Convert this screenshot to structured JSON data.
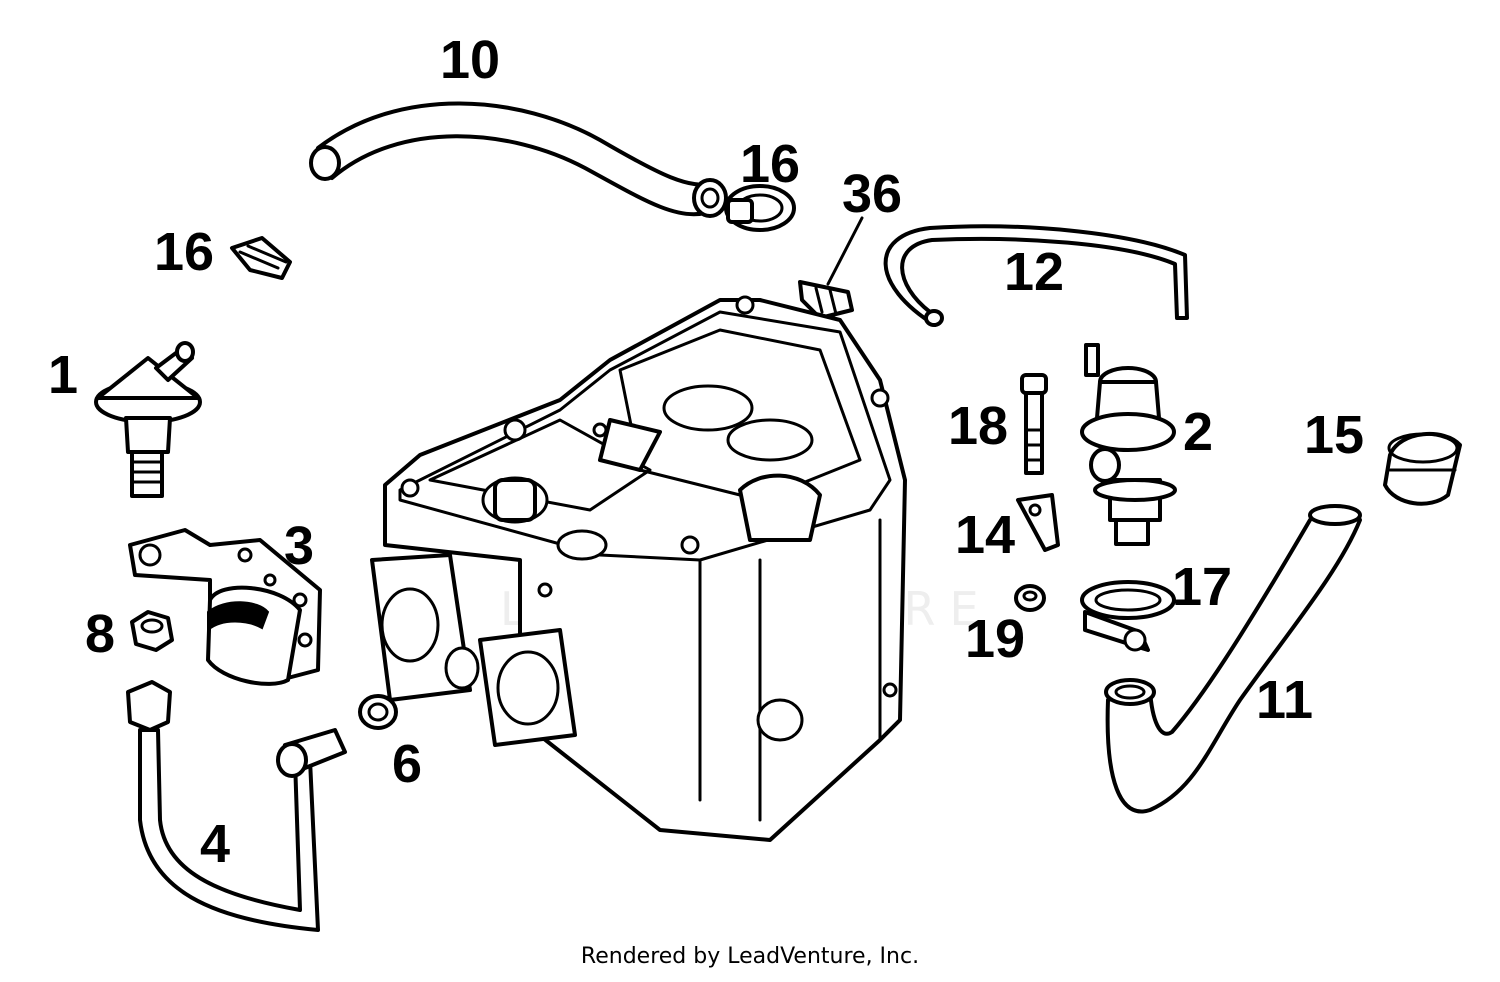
{
  "callouts": {
    "c10": "10",
    "c16a": "16",
    "c36": "36",
    "c16b": "16",
    "c12": "12",
    "c1": "1",
    "c18": "18",
    "c2": "2",
    "c15": "15",
    "c3": "3",
    "c14": "14",
    "c17": "17",
    "c8": "8",
    "c19": "19",
    "c11": "11",
    "c6": "6",
    "c4": "4"
  },
  "watermark": "LEADVENTURE",
  "footer": "Rendered by LeadVenture, Inc.",
  "colors": {
    "line": "#000000",
    "background": "#ffffff",
    "watermark": "#eeeeee"
  }
}
